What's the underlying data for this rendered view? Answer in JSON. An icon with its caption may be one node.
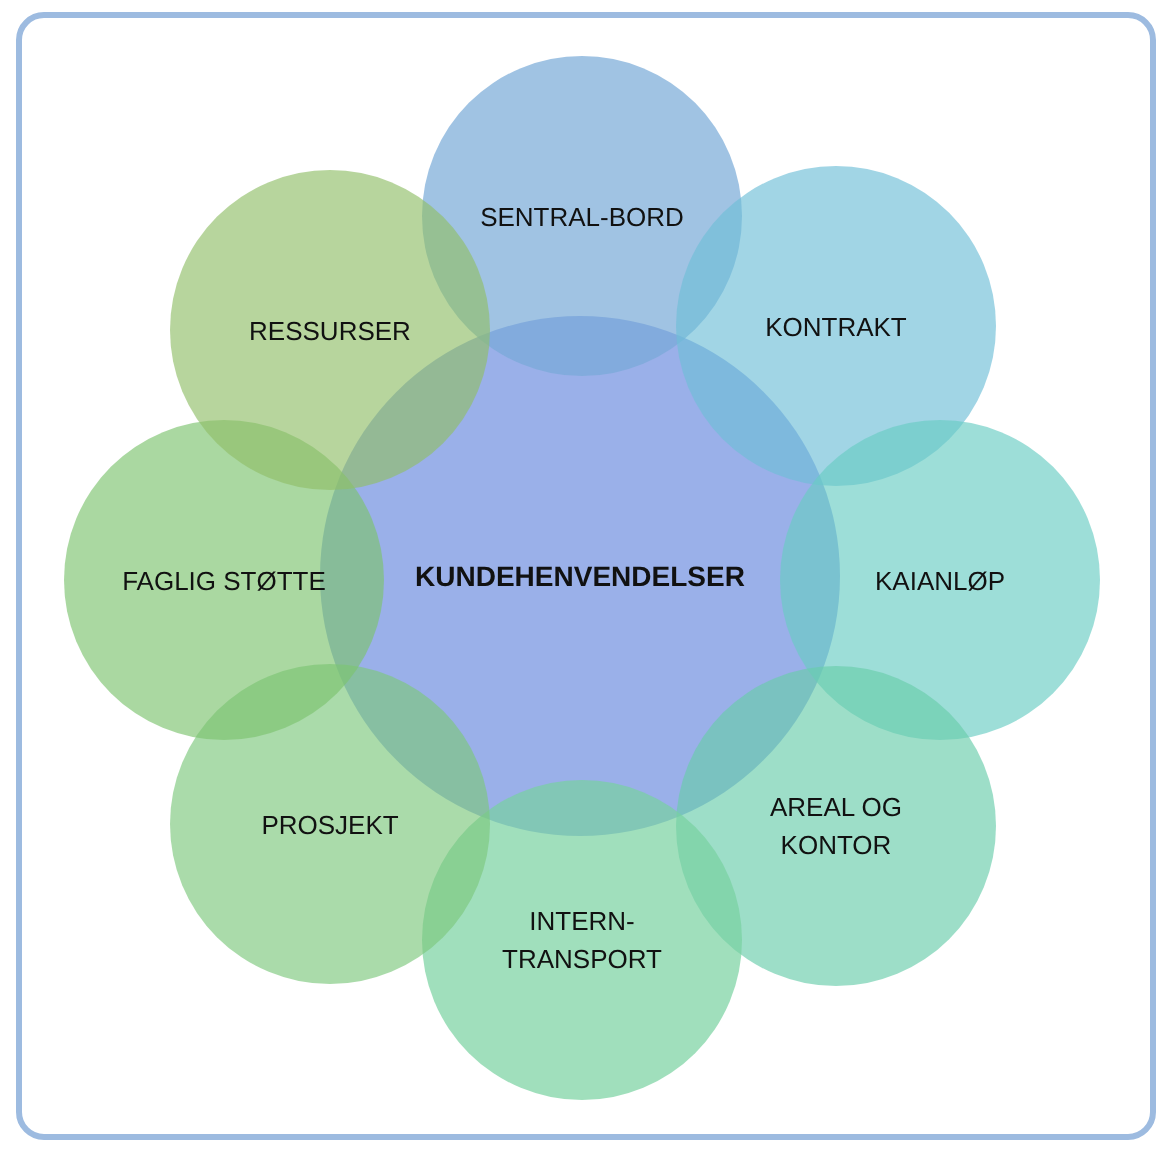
{
  "diagram": {
    "nodes": [
      {
        "text": [
          "KUNDEHENVENDELSER"
        ]
      },
      {
        "text": [
          "SENTRAL-BORD"
        ]
      },
      {
        "text": [
          "KONTRAKT"
        ]
      },
      {
        "text": [
          "KAIANLØP"
        ]
      },
      {
        "text": [
          "AREAL OG KONTOR"
        ]
      },
      {
        "text": [
          "INTERN-TRANSPORT"
        ]
      },
      {
        "text": [
          "PROSJEKT"
        ]
      },
      {
        "text": [
          "FAGLIG STØTTE"
        ]
      },
      {
        "text": [
          "RESSURSER"
        ]
      }
    ]
  }
}
